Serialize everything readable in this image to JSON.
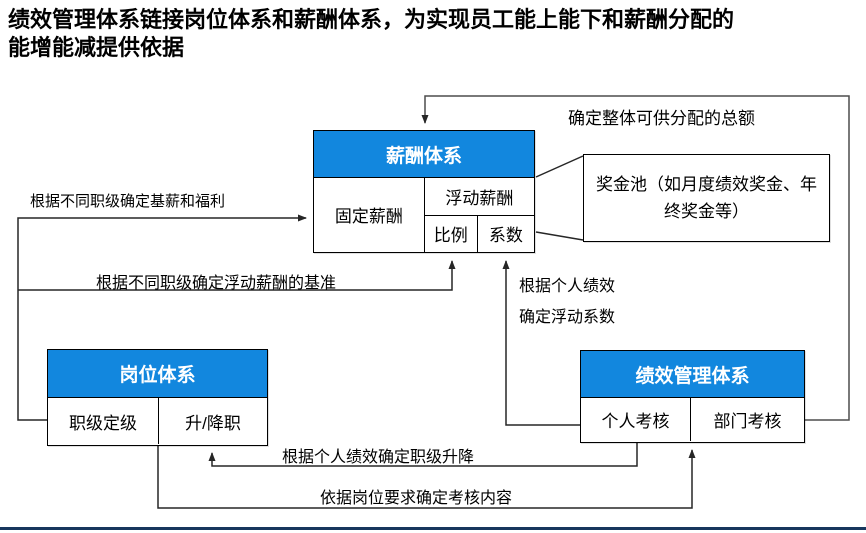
{
  "title": {
    "line1": "绩效管理体系链接岗位体系和薪酬体系，为实现员工能上能下和薪酬分配的",
    "line2": "能增能减提供依据"
  },
  "colors": {
    "header_blue": "#1287de",
    "border_black": "#000000",
    "connector": "#262626",
    "footer_bar": "#17365d"
  },
  "boxes": {
    "compensation": {
      "title": "薪酬体系",
      "fixed": "固定薪酬",
      "floating": "浮动薪酬",
      "ratio": "比例",
      "coefficient": "系数"
    },
    "bonus_pool": {
      "line1": "奖金池（如月度绩效奖金、年",
      "line2": "终奖金等）"
    },
    "position": {
      "title": "岗位体系",
      "cells": [
        "职级定级",
        "升/降职"
      ]
    },
    "performance": {
      "title": "绩效管理体系",
      "cells": [
        "个人考核",
        "部门考核"
      ]
    }
  },
  "labels": {
    "total_allocation": "确定整体可供分配的总额",
    "base_salary": "根据不同职级确定基薪和福利",
    "floating_base": "根据不同职级确定浮动薪酬的基准",
    "personal_coef_line1": "根据个人绩效",
    "personal_coef_line2": "确定浮动系数",
    "promotion": "根据个人绩效确定职级升降",
    "assessment_content": "依据岗位要求确定考核内容"
  }
}
